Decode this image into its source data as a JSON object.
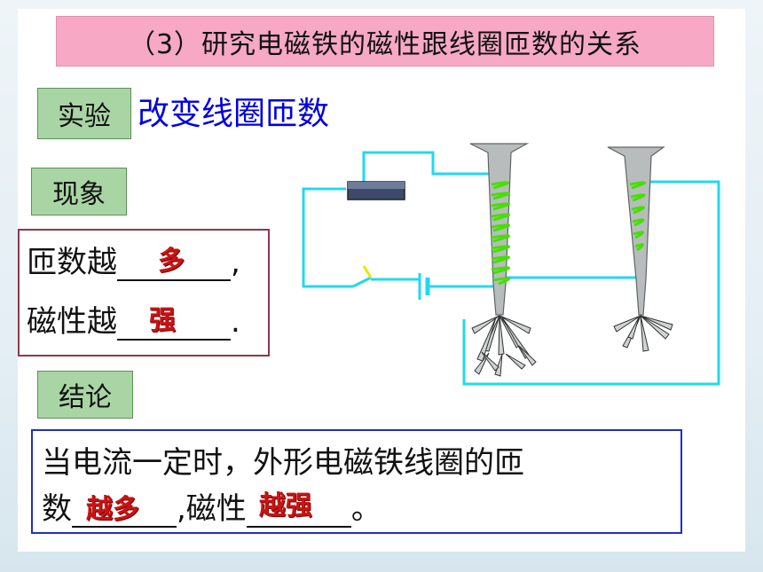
{
  "title": "（3）研究电磁铁的磁性跟线圈匝数的关系",
  "experiment": {
    "tag": "实验",
    "text": "改变线圈匝数"
  },
  "phenomenon": {
    "tag": "现象",
    "line1_prefix": "匝数越",
    "line1_answer": "多",
    "line1_suffix": ",",
    "line2_prefix": "磁性越",
    "line2_answer": "强",
    "line2_suffix": "."
  },
  "conclusion": {
    "tag": "结论",
    "line1": "当电流一定时，外形电磁铁线圈的匝",
    "line2_prefix": "数",
    "answer1": "越多",
    "line2_mid": ",磁性",
    "answer2": "越强",
    "line2_suffix": "。"
  },
  "colors": {
    "title_bg": "#f7a8c4",
    "tag_bg": "#a9d5a4",
    "subtitle": "#0000e0",
    "answer": "#c81414",
    "wire": "#22d8f0",
    "coil": "#44e000",
    "phen_border": "#8a3a4e",
    "concl_border": "#2030c0"
  }
}
